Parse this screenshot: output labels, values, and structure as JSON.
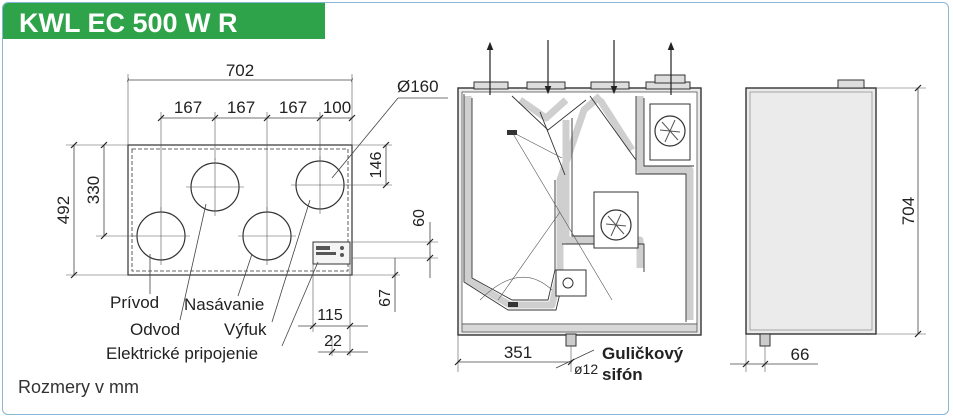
{
  "title": "KWL EC 500 W R",
  "caption": "Rozmery v mm",
  "colors": {
    "title_bar": "#2ea34a",
    "housing": "#ebebeb",
    "duct_channel": "#cfcfcf",
    "frame_border": "#8ab6d6"
  },
  "front_view": {
    "dim_width": "702",
    "dim_spacings": [
      "167",
      "167",
      "167",
      "100"
    ],
    "dim_diameter": "Ø160",
    "dim_height_total": "492",
    "dim_height_ports": "330",
    "dim_top_offset": "146",
    "dim_panel_offset": "60",
    "dim_bottom_offset": "67",
    "dim_panel_width": "115",
    "dim_panel_edge": "22",
    "labels": {
      "privod": "Prívod",
      "odvod": "Odvod",
      "nasavanie": "Nasávanie",
      "vyfuk": "Výfuk",
      "elektricke": "Elektrické pripojenie"
    }
  },
  "middle_view": {
    "dim_drain_offset": "351",
    "dim_drain_diameter": "ø12",
    "siphon_label_line1": "Guličkový",
    "siphon_label_line2": "sifón"
  },
  "side_view": {
    "dim_height": "704",
    "dim_depth": "66"
  }
}
